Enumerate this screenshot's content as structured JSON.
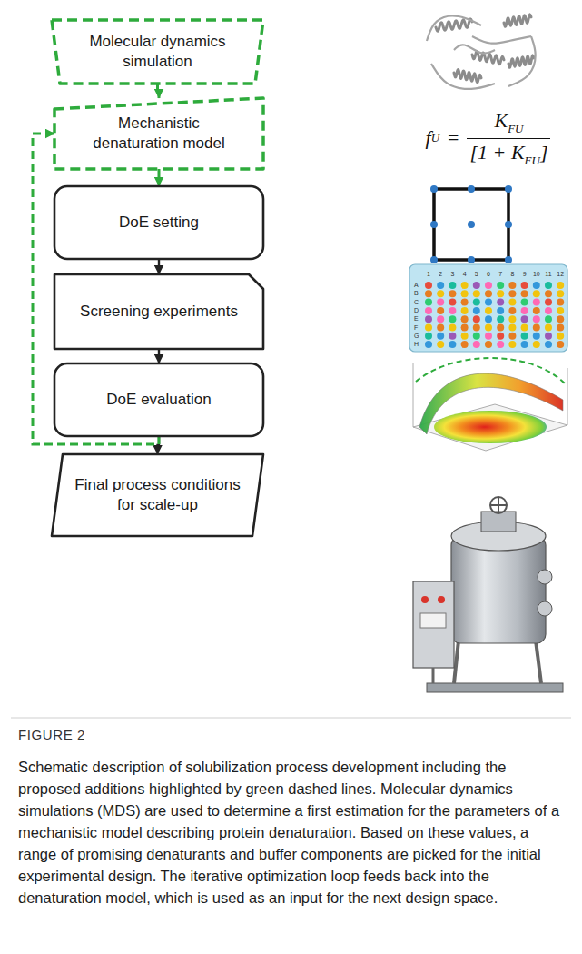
{
  "diagram": {
    "caption": "Schematic description of solubilization process development including the proposed additions highlighted by green dashed lines. Molecular dynamics simulations (MDS) are used to determine a first estimation for the parameters of a mechanistic model describing protein denaturation. Based on these values, a range of promising denaturants and buffer components are picked for the initial experimental design. The iterative optimization loop feeds back into the denaturation model, which is used as an input for the next design space.",
    "nodes": [
      {
        "text": [
          "Molecular dynamics simulation"
        ]
      },
      {
        "text": [
          "Mechanistic denaturation model"
        ]
      },
      {
        "text": [
          "DoE setting"
        ]
      },
      {
        "text": [
          "Screening experiments"
        ]
      },
      {
        "text": [
          "DoE evaluation"
        ]
      },
      {
        "text": [
          "Final process conditions for scale-up"
        ]
      }
    ],
    "edges": [
      {
        "from": 0,
        "to": 1,
        "arrow": "to"
      },
      {
        "from": 1,
        "to": 2,
        "arrow": "to"
      },
      {
        "from": 2,
        "to": 3,
        "arrow": "to"
      },
      {
        "from": 3,
        "to": 4,
        "arrow": "to"
      },
      {
        "from": 4,
        "to": 5,
        "arrow": "to"
      },
      {
        "from": 4,
        "to": 1,
        "arrow": "to"
      }
    ],
    "labels": [
      "f",
      "U",
      "=",
      "K",
      "FU",
      "[1 + K",
      "FU",
      "]",
      "1",
      "2",
      "3",
      "4",
      "5",
      "6",
      "7",
      "8",
      "9",
      "10",
      "11",
      "12",
      "A",
      "B",
      "C",
      "D",
      "E",
      "F",
      "G",
      "H",
      "FIGURE 2"
    ]
  }
}
